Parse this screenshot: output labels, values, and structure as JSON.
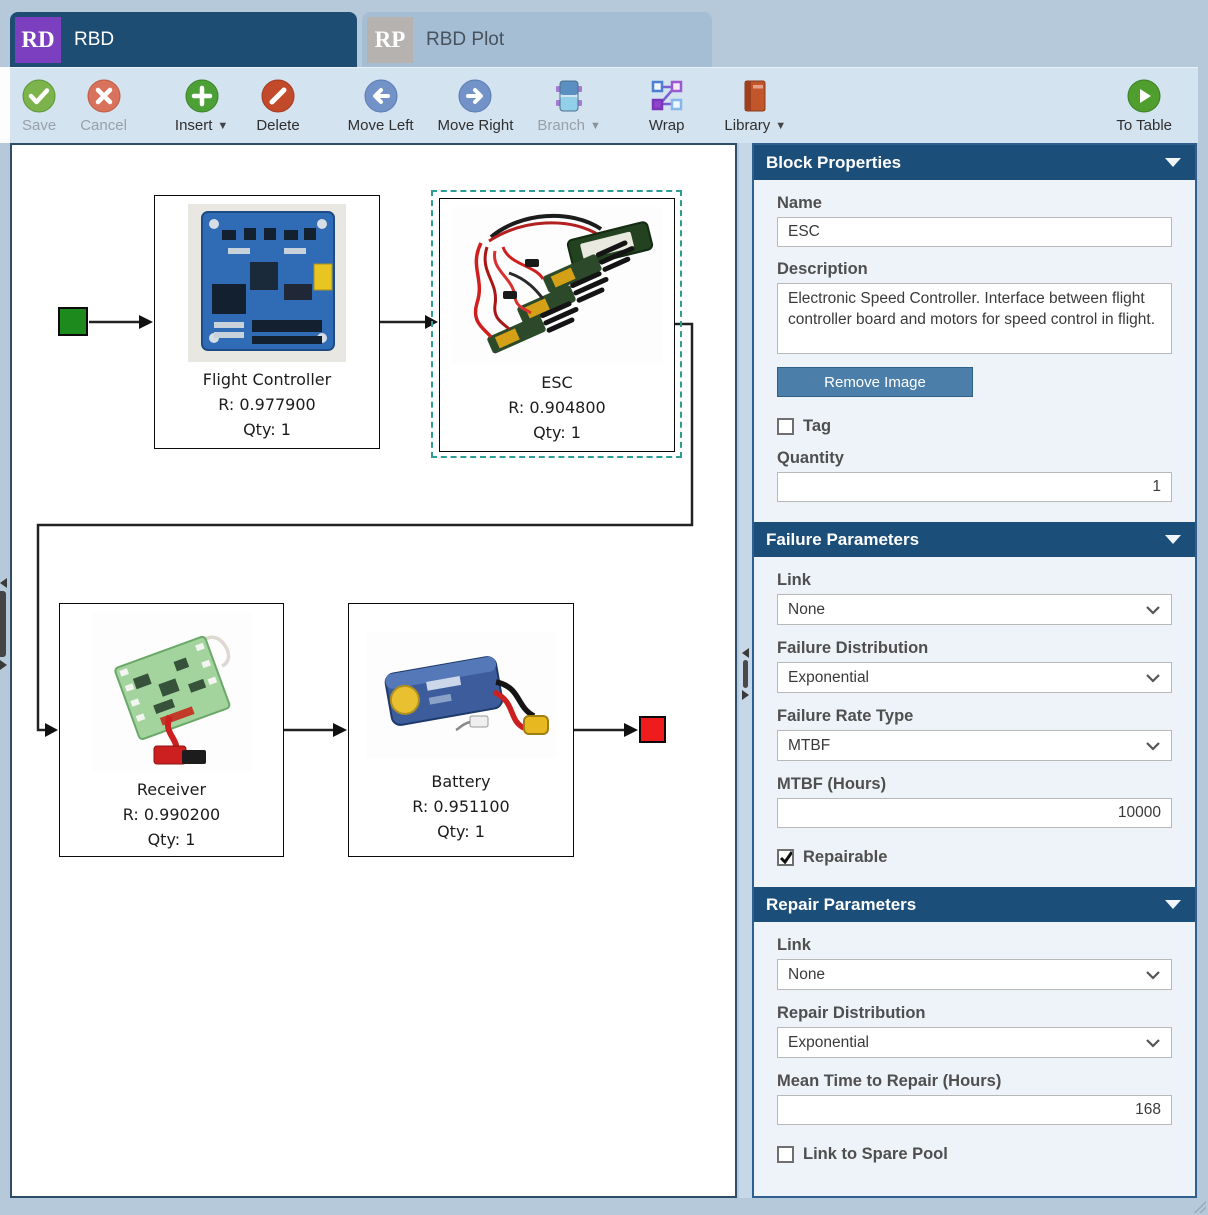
{
  "tabs": [
    {
      "badge": "RD",
      "label": "RBD"
    },
    {
      "badge": "RP",
      "label": "RBD Plot"
    }
  ],
  "toolbar": {
    "items": [
      {
        "label": "Save"
      },
      {
        "label": "Cancel"
      },
      {
        "label": "Insert"
      },
      {
        "label": "Delete"
      },
      {
        "label": "Move Left"
      },
      {
        "label": "Move Right"
      },
      {
        "label": "Branch"
      },
      {
        "label": "Wrap"
      },
      {
        "label": "Library"
      },
      {
        "label": "To Table"
      }
    ]
  },
  "canvas": {
    "blocks": [
      {
        "name": "Flight Controller",
        "r": "R: 0.977900",
        "qty": "Qty: 1"
      },
      {
        "name": "ESC",
        "r": "R: 0.904800",
        "qty": "Qty: 1"
      },
      {
        "name": "Receiver",
        "r": "R: 0.990200",
        "qty": "Qty: 1"
      },
      {
        "name": "Battery",
        "r": "R: 0.951100",
        "qty": "Qty: 1"
      }
    ]
  },
  "panel": {
    "block_properties": {
      "title": "Block Properties",
      "name_label": "Name",
      "name_value": "ESC",
      "description_label": "Description",
      "description_value": "Electronic Speed Controller. Interface between flight controller board and motors for speed control in flight.",
      "remove_image_label": "Remove Image",
      "tag_label": "Tag",
      "quantity_label": "Quantity",
      "quantity_value": "1"
    },
    "failure_parameters": {
      "title": "Failure Parameters",
      "link_label": "Link",
      "link_value": "None",
      "distribution_label": "Failure Distribution",
      "distribution_value": "Exponential",
      "rate_type_label": "Failure Rate Type",
      "rate_type_value": "MTBF",
      "mtbf_label": "MTBF (Hours)",
      "mtbf_value": "10000",
      "repairable_label": "Repairable",
      "repairable_checked": "checked"
    },
    "repair_parameters": {
      "title": "Repair Parameters",
      "link_label": "Link",
      "link_value": "None",
      "distribution_label": "Repair Distribution",
      "distribution_value": "Exponential",
      "mttr_label": "Mean Time to Repair (Hours)",
      "mttr_value": "168",
      "spare_pool_label": "Link to Spare Pool"
    }
  },
  "colors": {
    "accent_navy": "#1c4e7a",
    "active_tab": "#1d4d73",
    "badge_purple": "#7b3fc0",
    "start_node_green": "#1d8a1d",
    "end_node_red": "#ee1c1c",
    "selection_teal": "#2d9e96"
  }
}
